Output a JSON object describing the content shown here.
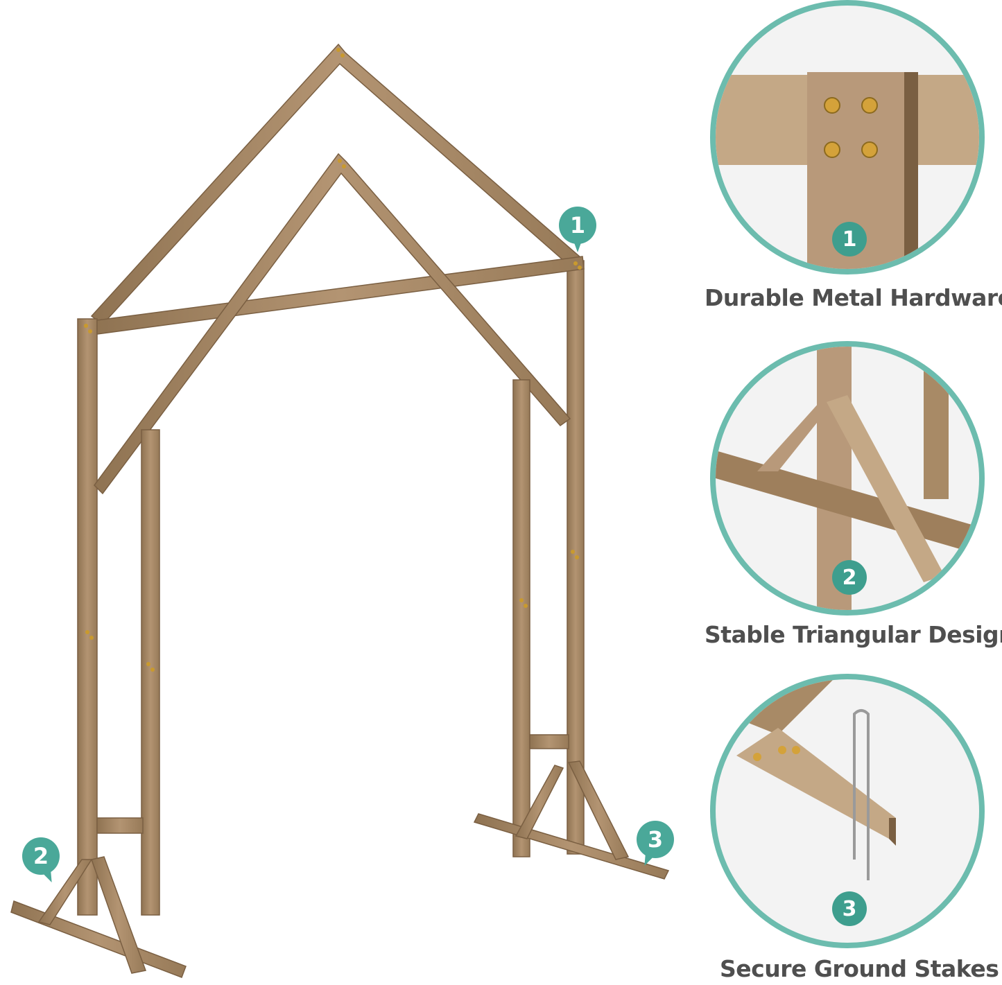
{
  "product": {
    "name": "Wooden wedding arch (house-shaped double frame)",
    "wood_color": "#a88a66",
    "accent_color": "#4aa899",
    "ring_color": "#6cbcae"
  },
  "markers": [
    {
      "number": "1"
    },
    {
      "number": "2"
    },
    {
      "number": "3"
    }
  ],
  "features": [
    {
      "number": "1",
      "caption": "Durable Metal Hardware"
    },
    {
      "number": "2",
      "caption": "Stable Triangular Design"
    },
    {
      "number": "3",
      "caption": "Secure Ground Stakes"
    }
  ]
}
